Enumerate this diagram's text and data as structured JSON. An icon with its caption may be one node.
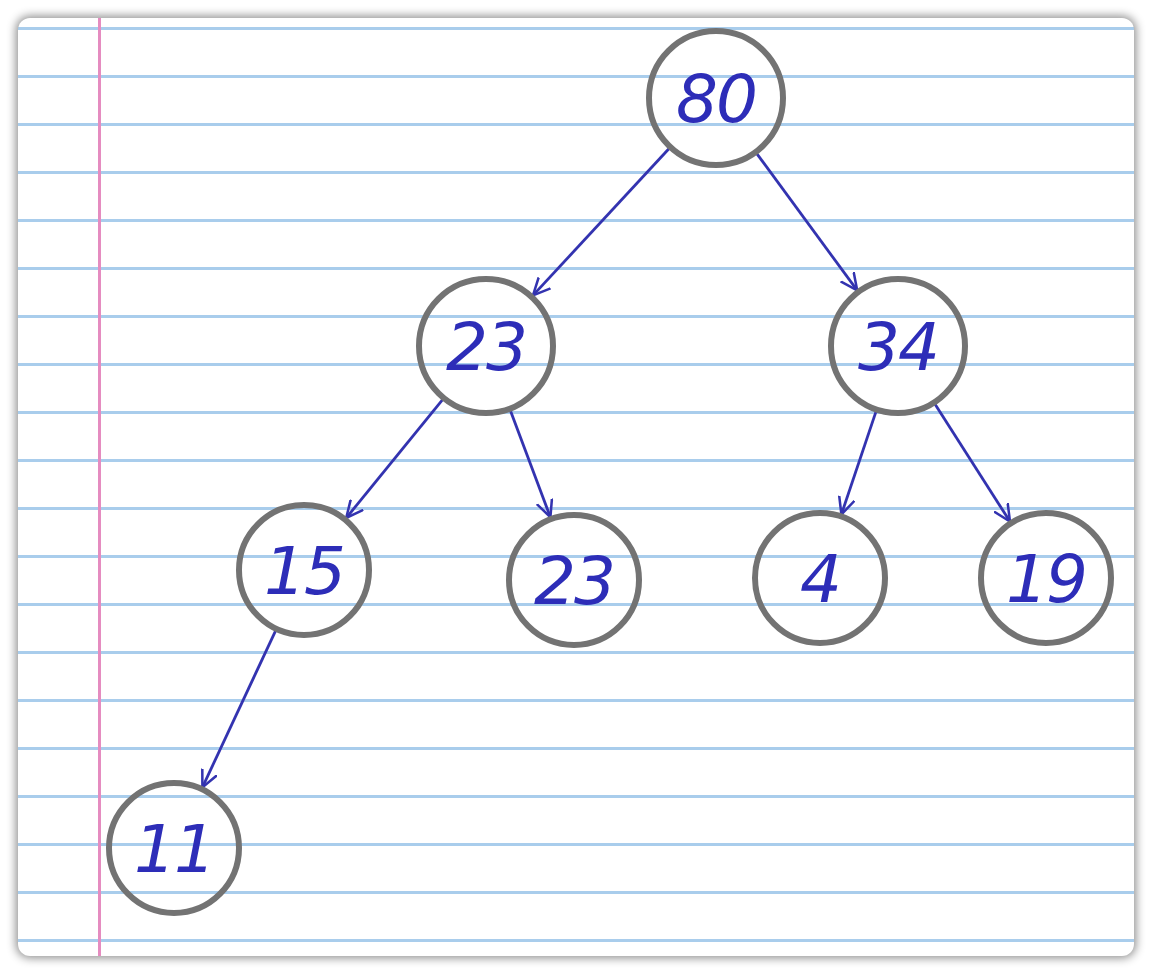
{
  "diagram": {
    "nodes": [
      {
        "text": [
          "80"
        ]
      },
      {
        "text": [
          "23"
        ]
      },
      {
        "text": [
          "34"
        ]
      },
      {
        "text": [
          "15"
        ]
      },
      {
        "text": [
          "23"
        ]
      },
      {
        "text": [
          "4"
        ]
      },
      {
        "text": [
          "19"
        ]
      },
      {
        "text": [
          "11"
        ]
      }
    ],
    "edges": [
      {
        "from": 0,
        "to": 1,
        "arrow": "to"
      },
      {
        "from": 0,
        "to": 2,
        "arrow": "to"
      },
      {
        "from": 1,
        "to": 3,
        "arrow": "to"
      },
      {
        "from": 1,
        "to": 4,
        "arrow": "to"
      },
      {
        "from": 2,
        "to": 5,
        "arrow": "to"
      },
      {
        "from": 2,
        "to": 6,
        "arrow": "to"
      },
      {
        "from": 3,
        "to": 7,
        "arrow": "to"
      }
    ]
  }
}
